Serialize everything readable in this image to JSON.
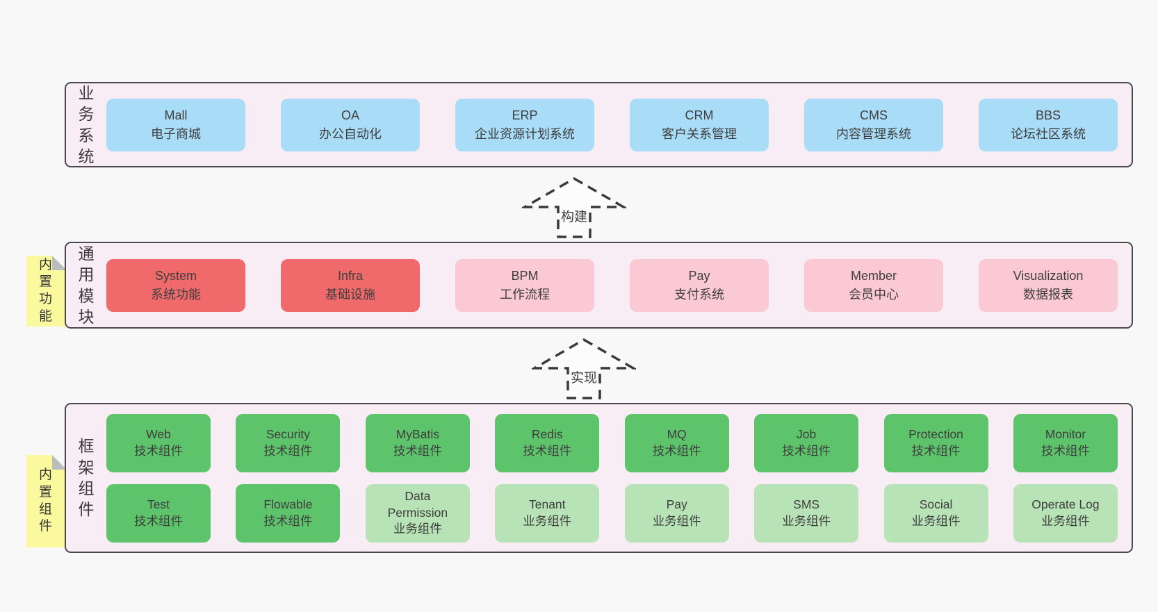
{
  "colors": {
    "page-bg": "#f8f8f8",
    "panel-bg": "#f8edf5",
    "panel-border": "#4a4a4a",
    "blue": "#a9dcf7",
    "red": "#f0696b",
    "pink": "#fbc9d3",
    "green-dark": "#5ec46c",
    "green-light": "#b8e3b7",
    "note-yellow": "#fbf99e",
    "note-fold": "#b9bdc2",
    "text": "#3e3e3e",
    "arrow": "#3a3a3a"
  },
  "panels": [
    {
      "label": "业务系统",
      "boxes": [
        {
          "name": "Mall",
          "desc": "电子商城"
        },
        {
          "name": "OA",
          "desc": "办公自动化"
        },
        {
          "name": "ERP",
          "desc": "企业资源计划系统"
        },
        {
          "name": "CRM",
          "desc": "客户关系管理"
        },
        {
          "name": "CMS",
          "desc": "内容管理系统"
        },
        {
          "name": "BBS",
          "desc": "论坛社区系统"
        }
      ]
    },
    {
      "label": "通用模块",
      "note": "内置功能",
      "boxes": [
        {
          "name": "System",
          "desc": "系统功能"
        },
        {
          "name": "Infra",
          "desc": "基础设施"
        },
        {
          "name": "BPM",
          "desc": "工作流程"
        },
        {
          "name": "Pay",
          "desc": "支付系统"
        },
        {
          "name": "Member",
          "desc": "会员中心"
        },
        {
          "name": "Visualization",
          "desc": "数据报表"
        }
      ]
    },
    {
      "label": "框架组件",
      "note": "内置组件",
      "rows": [
        [
          {
            "name": "Web",
            "desc": "技术组件"
          },
          {
            "name": "Security",
            "desc": "技术组件"
          },
          {
            "name": "MyBatis",
            "desc": "技术组件"
          },
          {
            "name": "Redis",
            "desc": "技术组件"
          },
          {
            "name": "MQ",
            "desc": "技术组件"
          },
          {
            "name": "Job",
            "desc": "技术组件"
          },
          {
            "name": "Protection",
            "desc": "技术组件"
          },
          {
            "name": "Monitor",
            "desc": "技术组件"
          }
        ],
        [
          {
            "name": "Test",
            "desc": "技术组件"
          },
          {
            "name": "Flowable",
            "desc": "技术组件"
          },
          {
            "name": "Data Permission",
            "desc": "业务组件"
          },
          {
            "name": "Tenant",
            "desc": "业务组件"
          },
          {
            "name": "Pay",
            "desc": "业务组件"
          },
          {
            "name": "SMS",
            "desc": "业务组件"
          },
          {
            "name": "Social",
            "desc": "业务组件"
          },
          {
            "name": "Operate Log",
            "desc": "业务组件"
          }
        ]
      ]
    }
  ],
  "arrows": [
    {
      "label": "构建"
    },
    {
      "label": "实现"
    }
  ]
}
